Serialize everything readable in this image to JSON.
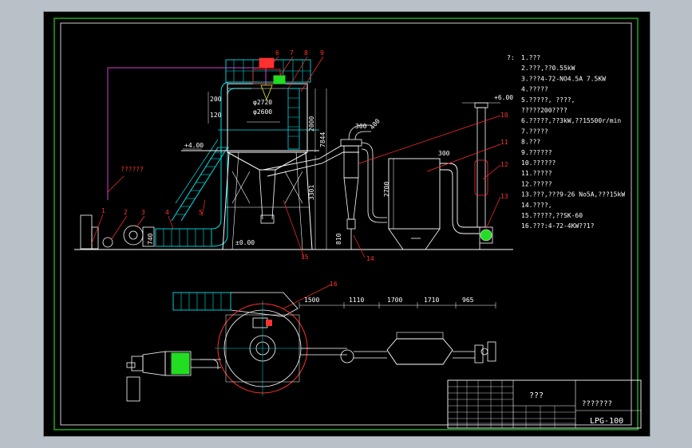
{
  "colors": {
    "sheet": "#000000",
    "background": "#b8c0c8",
    "border_green": "#1ea81e",
    "cyan": "#00e0e8",
    "red": "#ff3030",
    "white": "#ffffff",
    "magenta": "#d040d0",
    "green_fill": "#22dd22",
    "yellow": "#e8e830"
  },
  "notes": {
    "header": "?:",
    "items": [
      "1.???",
      "2.???,??0.55kW",
      "3.???4-72-NO4.5A 7.5KW",
      "4.?????",
      "5.?????,  ????,",
      " ?????200????",
      "6.?????,??3kW,??15500r/min",
      "7.?????",
      "8.???",
      "9.??????",
      "10.??????",
      "11.?????",
      "12.?????",
      "13.???,???9-26 No5A,???15kW",
      "14.????,",
      "15.?????,??SK-60",
      "16.???:4-72-4KW??1?"
    ]
  },
  "elevation": {
    "plus400": "+4.00",
    "plus600": "+6.00",
    "zero": "±0.00",
    "d2720": "φ2720",
    "d2600": "φ2600",
    "dim200": "200",
    "dim120": "120",
    "dim2000": "2000",
    "dim7844": "7844",
    "dim3301": "3301",
    "dim300a": "300",
    "dim400": "400",
    "dim300b": "300",
    "dim2700": "2700",
    "dim810": "810",
    "dim740": "740",
    "label_air": "??????"
  },
  "callouts": [
    "1",
    "2",
    "3",
    "4",
    "5",
    "6",
    "7",
    "8",
    "9",
    "10",
    "11",
    "12",
    "13",
    "14",
    "15",
    "16"
  ],
  "plan": {
    "dims": [
      "1500",
      "1110",
      "1700",
      "1710",
      "965"
    ]
  },
  "titleblock": {
    "title": "???",
    "subtitle": "???????",
    "drawing_no": "LPG-100"
  }
}
